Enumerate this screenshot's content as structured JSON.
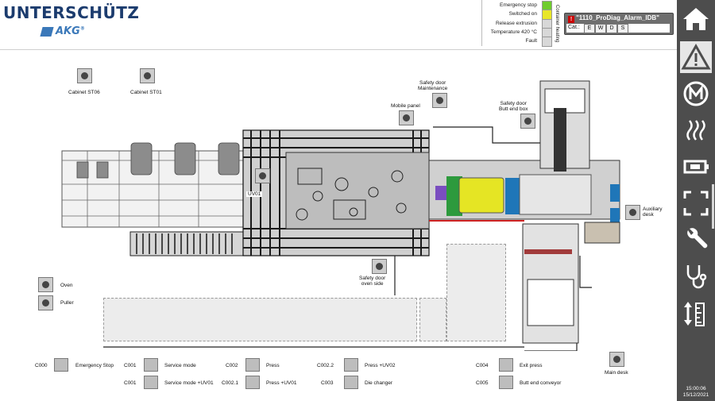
{
  "header": {
    "brand": "UNTERSCHÜTZ",
    "logo_text": "AKG",
    "logo_mark": "®"
  },
  "status": {
    "rows": [
      {
        "label": "Emergency stop",
        "color": "#6fcc2e"
      },
      {
        "label": "Switched on",
        "color": "#e8e629"
      },
      {
        "label": "Release extrusion",
        "color": "#d8d8d8"
      },
      {
        "label": "Temperature  420 °C",
        "color": "#d8d8d8"
      },
      {
        "label": "Fault",
        "color": "#d8d8d8"
      }
    ],
    "container_heating": "Container heating"
  },
  "alarm": {
    "name": "\"1110_ProDiag_Alarm_IDB\"",
    "cat_label": "Cat.:",
    "cats": [
      "E",
      "W",
      "D",
      "S"
    ]
  },
  "plant": {
    "stations": {
      "cabinet_st06": "Cabinet ST06",
      "cabinet_st01": "Cabinet ST01",
      "safety_door_maint": "Safety door\nMaintenance",
      "mobile_panel": "Mobile panel",
      "safety_door_butt": "Safety door\nButt end box",
      "uv01": "UV01",
      "auxiliary_desk": "Auxiliary\ndesk",
      "safety_door_oven": "Safety door\noven side",
      "oven": "Oven",
      "puller": "Puller",
      "main_desk": "Main desk"
    }
  },
  "commands": [
    {
      "code": "C000",
      "label": "Emergency Stop"
    },
    {
      "code": "C001",
      "label": "Service mode"
    },
    {
      "code": "C001",
      "label": "Service mode +UV01"
    },
    {
      "code": "C002",
      "label": "Press"
    },
    {
      "code": "C002.1",
      "label": "Press +UV01"
    },
    {
      "code": "C002.2",
      "label": "Press +UV02"
    },
    {
      "code": "C003",
      "label": "Die changer"
    },
    {
      "code": "C004",
      "label": "Exit press"
    },
    {
      "code": "C005",
      "label": "Butt end conveyor"
    }
  ],
  "sidebar": {
    "icons": [
      "home-icon",
      "warning-icon",
      "motor-m-icon",
      "heating-icon",
      "container-icon",
      "fullscreen-icon",
      "wrench-icon",
      "stethoscope-icon",
      "ruler-icon"
    ]
  },
  "clock": {
    "time": "15:00:06",
    "date": "15/12/2021"
  }
}
